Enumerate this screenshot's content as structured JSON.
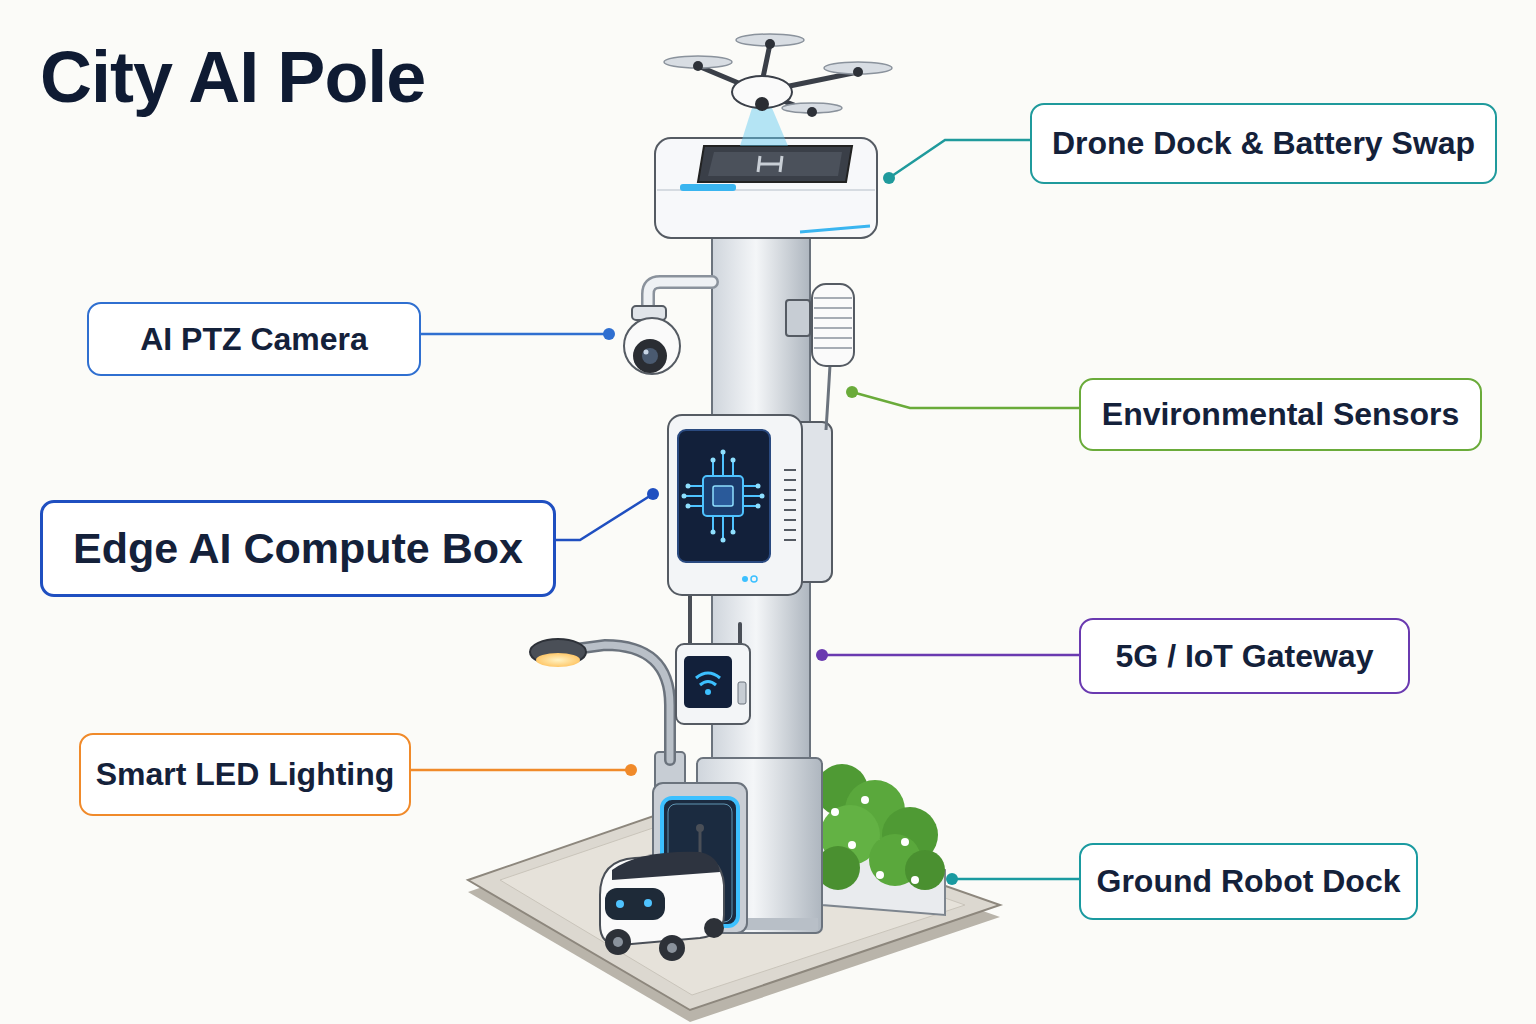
{
  "diagram": {
    "title": "City AI Pole",
    "nodes": [
      {
        "text": [
          "Drone Dock & Battery Swap"
        ]
      },
      {
        "text": [
          "AI PTZ Camera"
        ]
      },
      {
        "text": [
          "Environmental Sensors"
        ]
      },
      {
        "text": [
          "Edge AI Compute Box"
        ]
      },
      {
        "text": [
          "5G / IoT Gateway"
        ]
      },
      {
        "text": [
          "Smart LED Lighting"
        ]
      },
      {
        "text": [
          "Ground Robot Dock"
        ]
      }
    ]
  }
}
